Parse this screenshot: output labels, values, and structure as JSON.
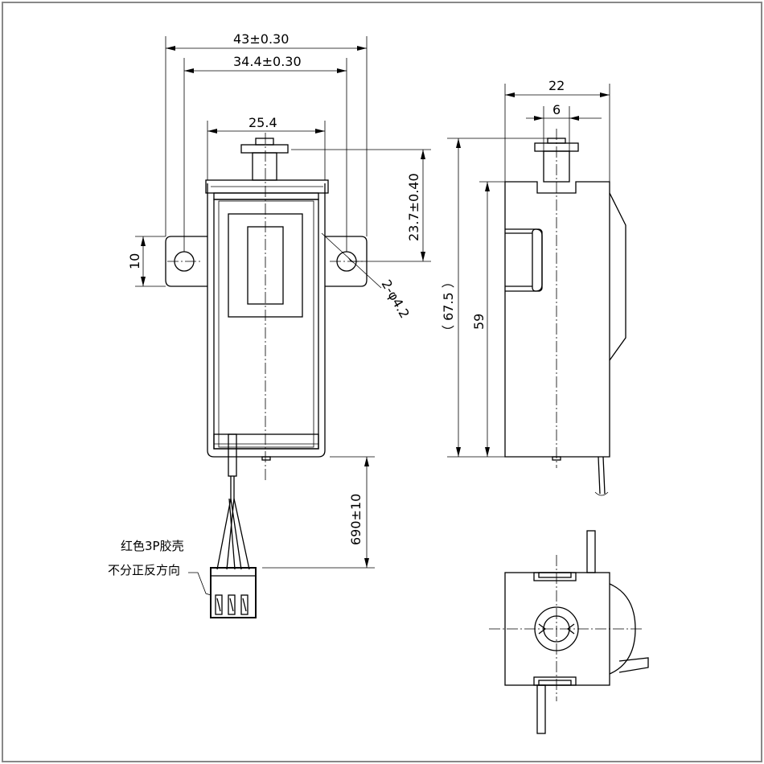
{
  "dimensions": {
    "overall_width": "43±0.30",
    "hole_spacing": "34.4±0.30",
    "body_width": "25.4",
    "flange_height": "10",
    "plunger_to_hole": "23.7±0.40",
    "holes": "2-φ4.2",
    "lead_length": "690±10",
    "side_width": "22",
    "plunger_dia": "6",
    "overall_length_ref": "（ 67.5 ）",
    "body_length": "59"
  },
  "notes": {
    "connector_line1": "红色3P胶壳",
    "connector_line2": "不分正反方向"
  },
  "colors": {
    "line": "#000000",
    "background": "#ffffff",
    "frame": "#888888"
  }
}
